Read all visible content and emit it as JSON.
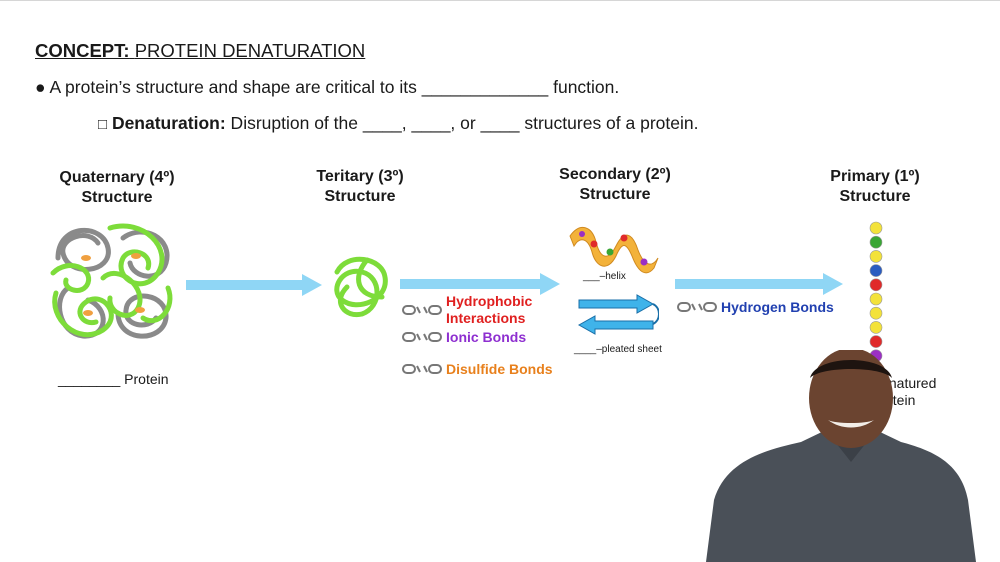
{
  "header": {
    "concept_label": "CONCEPT:",
    "concept_title": "PROTEIN DENATURATION"
  },
  "bullets": {
    "b1_prefix": "● A protein’s structure and shape are critical to its ",
    "b1_blank": "_____________",
    "b1_suffix": " function.",
    "b2_box": "□",
    "b2_term": "Denaturation:",
    "b2_text": " Disruption of the ____, ____, or ____ structures of a protein."
  },
  "structures": {
    "quaternary": {
      "line1": "Quaternary (4º)",
      "line2": "Structure"
    },
    "tertiary": {
      "line1": "Teritary (3º)",
      "line2": "Structure"
    },
    "secondary": {
      "line1": "Secondary (2º)",
      "line2": "Structure"
    },
    "primary": {
      "line1": "Primary (1º)",
      "line2": "Structure"
    }
  },
  "bonds": {
    "hydrophobic_1": "Hydrophobic",
    "hydrophobic_2": "Interactions",
    "ionic": "Ionic Bonds",
    "disulfide": "Disulfide Bonds",
    "hydrogen": "Hydrogen Bonds"
  },
  "labels": {
    "protein": "________ Protein",
    "helix": "___–helix",
    "pleated": "____–pleated sheet",
    "denatured_1": "Denatured",
    "denatured_2": "Protein"
  },
  "colors": {
    "arrow": "#8fd6f5",
    "hydrophobic": "#e02020",
    "ionic": "#8e2fd0",
    "disulfide": "#e8801c",
    "hydrogen": "#2140b0",
    "protein_green": "#7ddc3a",
    "protein_gray": "#8a8a8a",
    "bead_yellow": "#f3e23a",
    "bead_green": "#3aa635",
    "bead_blue": "#2a5cc0",
    "bead_red": "#e02a2a",
    "bead_purple": "#9b2fc4"
  },
  "primary_beads": [
    "yellow",
    "green",
    "yellow",
    "blue",
    "red",
    "yellow",
    "yellow",
    "yellow",
    "red",
    "purple",
    "yellow"
  ]
}
